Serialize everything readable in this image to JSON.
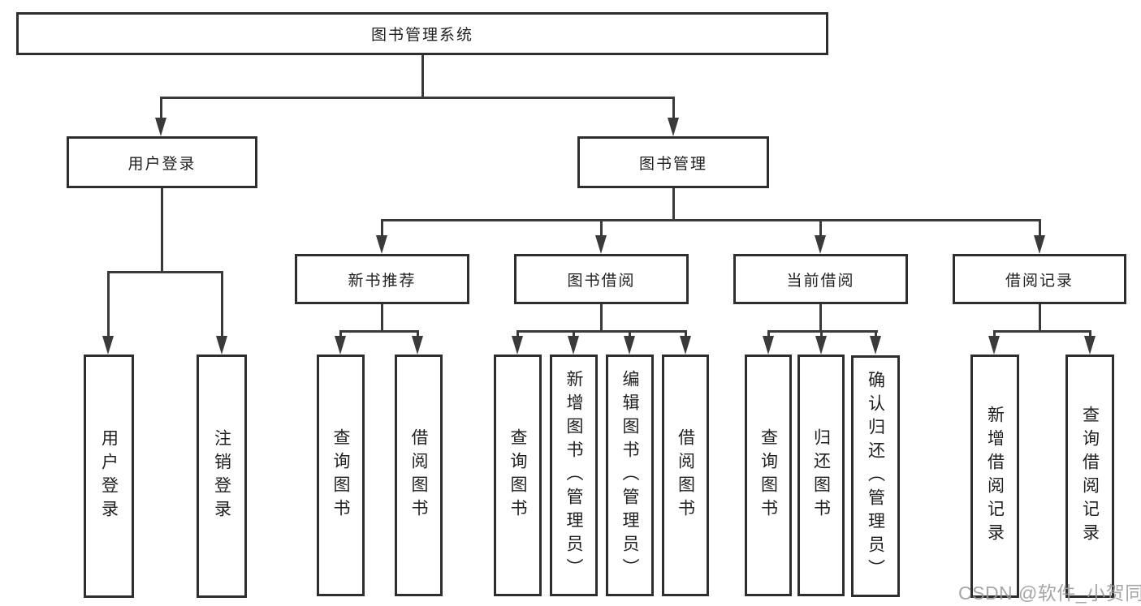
{
  "colors": {
    "line": "#3a3a3a",
    "border": "#2e2e2e",
    "text": "#1f1f1f",
    "watermark": "#9a9a9a",
    "bg": "#ffffff"
  },
  "watermark": {
    "text": "CSDN @软件_小贺同学"
  },
  "tree": {
    "root": {
      "label": "图书管理系统"
    },
    "branches": [
      {
        "label": "用户登录",
        "children": [
          {
            "label": "用户登录"
          },
          {
            "label": "注销登录"
          }
        ]
      },
      {
        "label": "图书管理",
        "groups": [
          {
            "label": "新书推荐",
            "children": [
              {
                "label": "查询图书"
              },
              {
                "label": "借阅图书"
              }
            ]
          },
          {
            "label": "图书借阅",
            "children": [
              {
                "label": "查询图书"
              },
              {
                "label": "新增图书（管理员）"
              },
              {
                "label": "编辑图书（管理员）"
              },
              {
                "label": "借阅图书"
              }
            ]
          },
          {
            "label": "当前借阅",
            "children": [
              {
                "label": "查询图书"
              },
              {
                "label": "归还图书"
              },
              {
                "label": "确认归还（管理员）"
              }
            ]
          },
          {
            "label": "借阅记录",
            "children": [
              {
                "label": "新增借阅记录"
              },
              {
                "label": "查询借阅记录"
              }
            ]
          }
        ]
      }
    ]
  }
}
